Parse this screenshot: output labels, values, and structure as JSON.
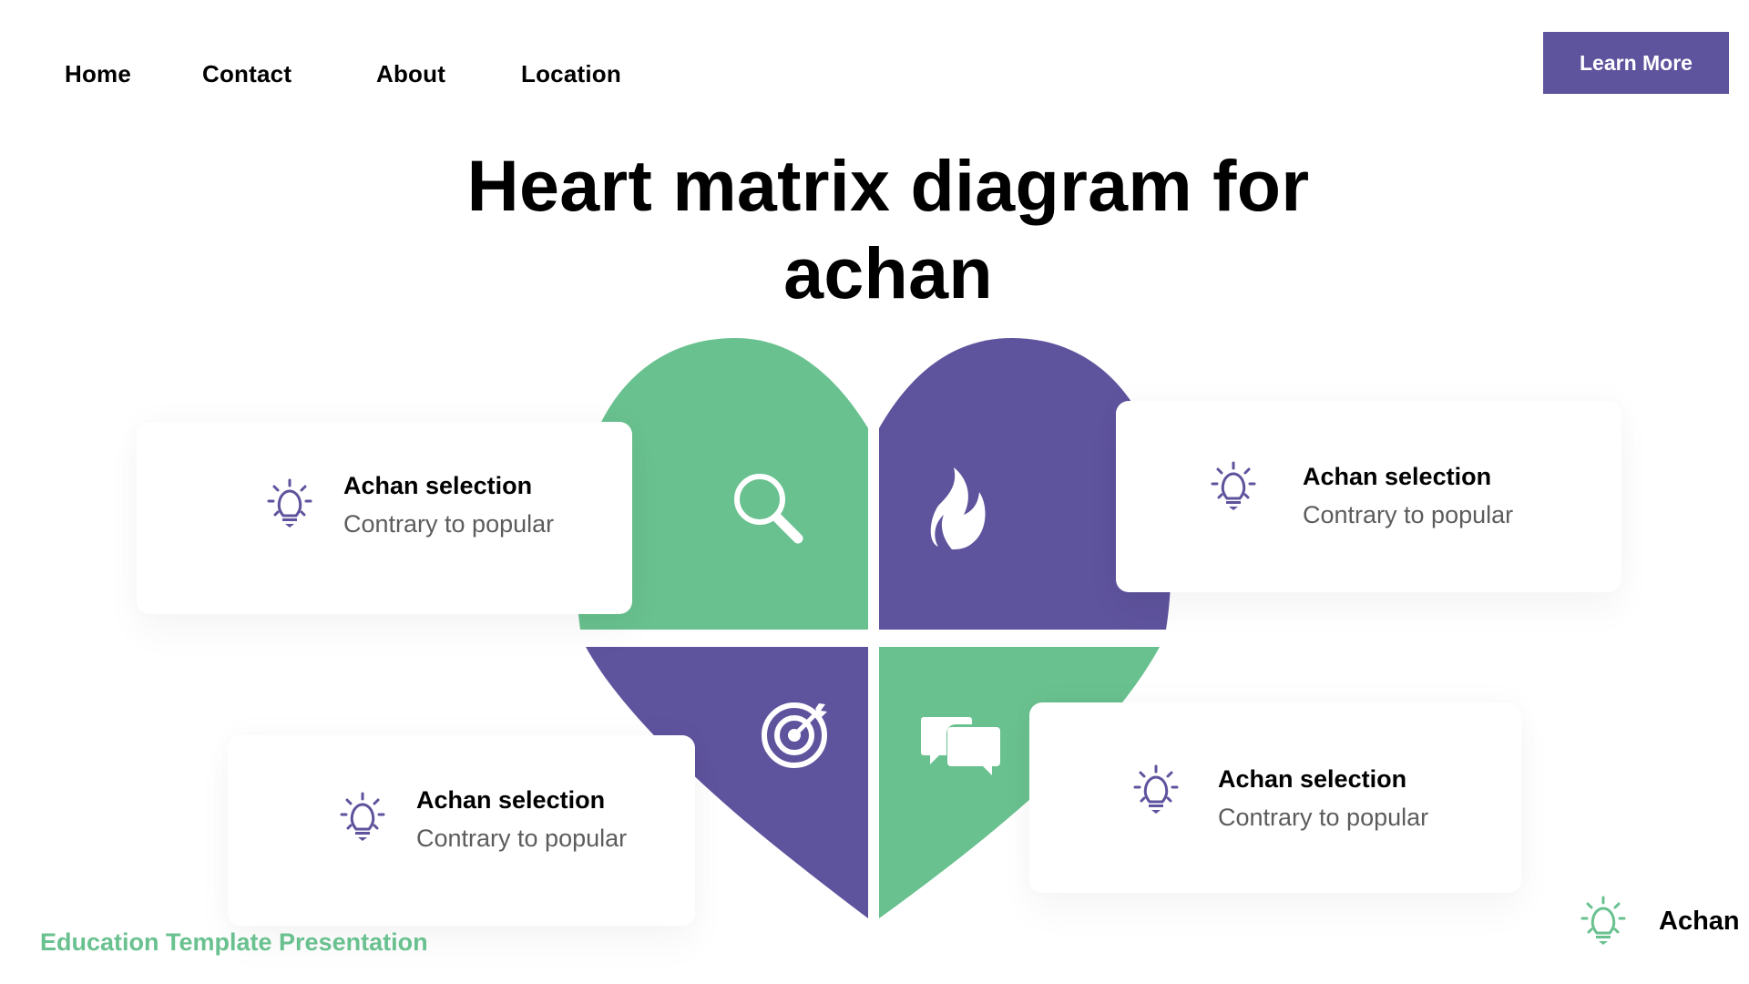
{
  "nav": {
    "items": [
      {
        "label": "Home"
      },
      {
        "label": "Contact"
      },
      {
        "label": "About"
      },
      {
        "label": "Location"
      }
    ],
    "cta_label": "Learn More"
  },
  "title": {
    "line1": "Heart matrix diagram for",
    "line2": "achan"
  },
  "heart": {
    "colors": {
      "green": "#69C18F",
      "purple": "#5E539D"
    },
    "quadrants": [
      {
        "position": "top-left",
        "color": "green",
        "icon": "magnifier-icon"
      },
      {
        "position": "top-right",
        "color": "purple",
        "icon": "fire-icon"
      },
      {
        "position": "bottom-left",
        "color": "purple",
        "icon": "target-icon"
      },
      {
        "position": "bottom-right",
        "color": "green",
        "icon": "chat-bubbles-icon"
      }
    ]
  },
  "cards": [
    {
      "title": "Achan selection",
      "subtitle": "Contrary to popular",
      "icon": "lightbulb-icon"
    },
    {
      "title": "Achan selection",
      "subtitle": "Contrary to popular",
      "icon": "lightbulb-icon"
    },
    {
      "title": "Achan selection",
      "subtitle": "Contrary to popular",
      "icon": "lightbulb-icon"
    },
    {
      "title": "Achan selection",
      "subtitle": "Contrary to popular",
      "icon": "lightbulb-icon"
    }
  ],
  "footer": {
    "text": "Education Template Presentation",
    "brand": "Achan",
    "accent": "#69C18F"
  }
}
